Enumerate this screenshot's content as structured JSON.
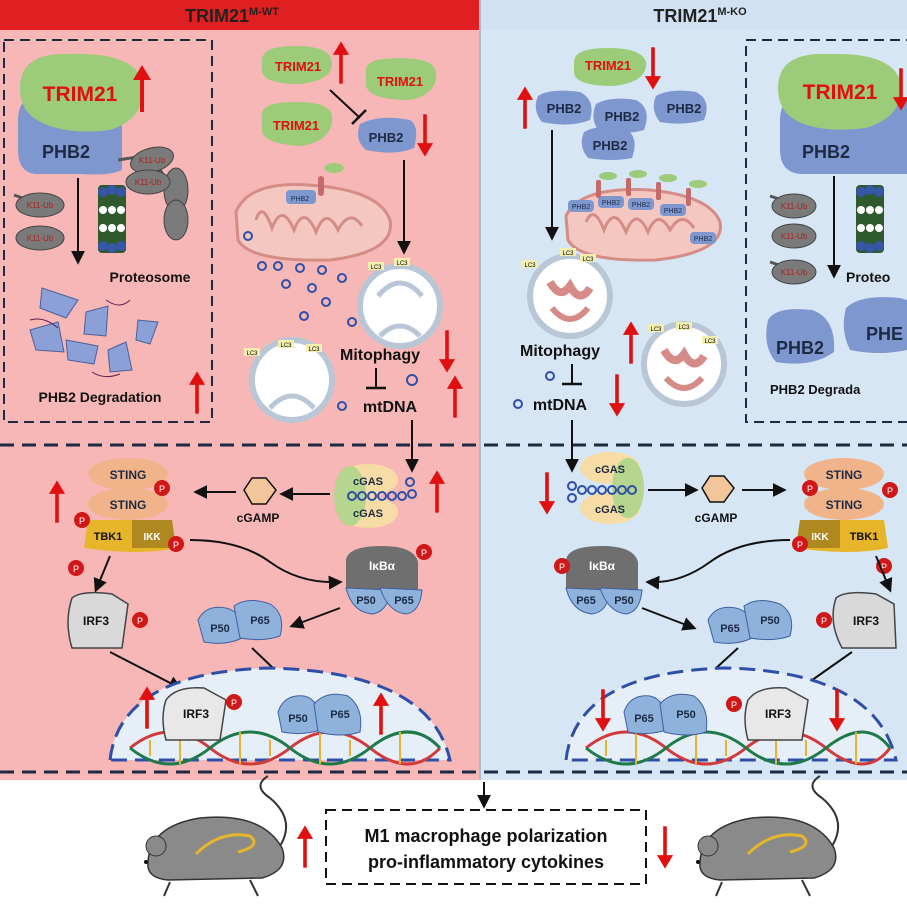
{
  "header": {
    "left_title_base": "TRIM21",
    "left_title_sup": "M-WT",
    "right_title_base": "TRIM21",
    "right_title_sup": "M-KO"
  },
  "left": {
    "box_trim21": "TRIM21",
    "box_phb2": "PHB2",
    "ub_label": "K11-Ub",
    "proteosome": "Proteosome",
    "degradation": "PHB2 Degradation",
    "trim21_a": "TRIM21",
    "trim21_b": "TRIM21",
    "trim21_c": "TRIM21",
    "phb2_mito": "PHB2",
    "phb2_free": "PHB2",
    "lc3": "LC3",
    "mitophagy": "Mitophagy",
    "mtdna": "mtDNA",
    "cgas": "cGAS",
    "cgamp": "cGAMP",
    "sting": "STING",
    "tbk1": "TBK1",
    "ikk": "IKK",
    "p": "P",
    "irf3": "IRF3",
    "ikba": "IκBα",
    "p50": "P50",
    "p65": "P65"
  },
  "right": {
    "trim21_top": "TRIM21",
    "phb2_free": "PHB2",
    "phb2_mito": "PHB2",
    "box_trim21": "TRIM21",
    "box_phb2": "PHB2",
    "ub_label": "K11-Ub",
    "proteosome": "Proteo",
    "box_phb2_a": "PHB2",
    "box_phb2_b": "PHE",
    "degradation": "PHB2 Degrada",
    "lc3": "LC3",
    "mitophagy": "Mitophagy",
    "mtdna": "mtDNA",
    "cgas": "cGAS",
    "cgamp": "cGAMP",
    "sting": "STING",
    "tbk1": "TBK1",
    "ikk": "IKK",
    "p": "P",
    "irf3": "IRF3",
    "ikba": "IκBα",
    "p50": "P50",
    "p65": "P65"
  },
  "bottom": {
    "line1": "M1 macrophage polarization",
    "line2": "pro-inflammatory cytokines"
  },
  "colors": {
    "left_bg": "#f7b7b7",
    "right_bg": "#d6e6f4",
    "header_red": "#e02020",
    "header_blue": "#cfe1f2",
    "arrow_red": "#e01010",
    "trim_green": "#9ccb7a",
    "phb_blue": "#7f97cf",
    "sting_orange": "#f1b48a",
    "tbk_gold": "#e7b52a",
    "ikb_gray": "#6f6f6f",
    "p65_blue": "#8fb2dd",
    "irf_gray": "#d9d9d9"
  }
}
